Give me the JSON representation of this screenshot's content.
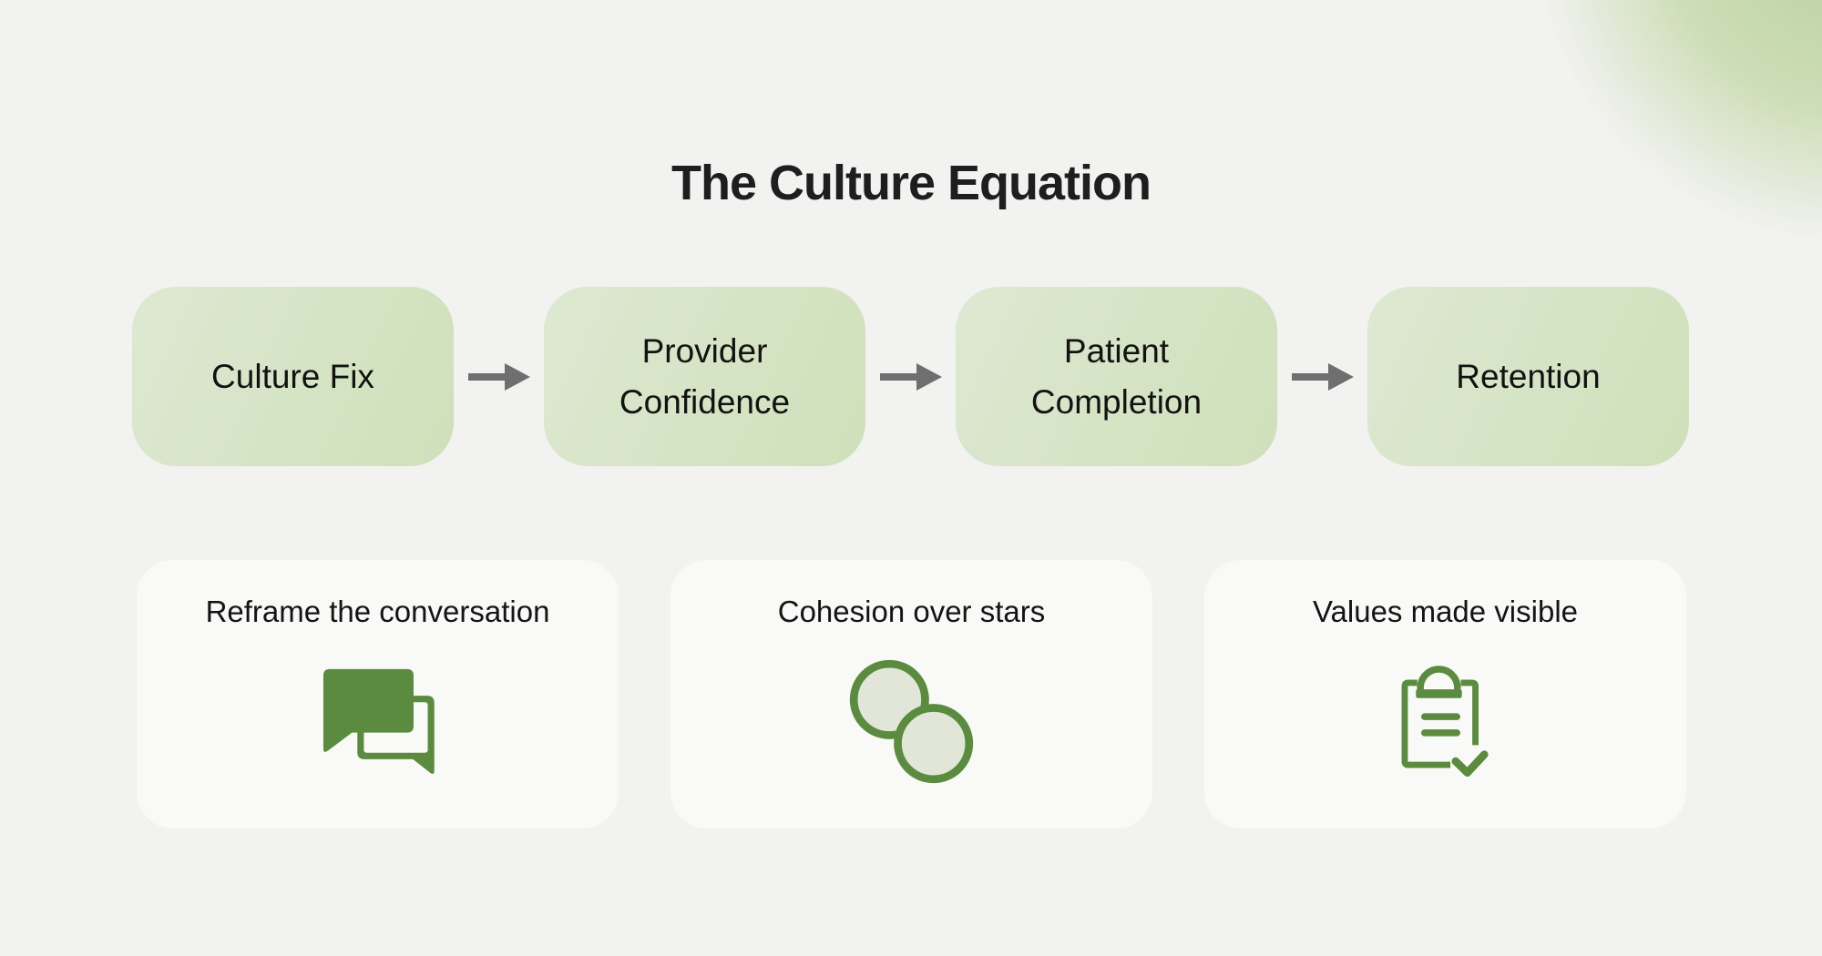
{
  "title": "The Culture Equation",
  "flow": {
    "steps": [
      {
        "label": "Culture Fix"
      },
      {
        "label": "Provider Confidence"
      },
      {
        "label": "Patient Completion"
      },
      {
        "label": "Retention"
      }
    ]
  },
  "cards": [
    {
      "label": "Reframe the conversation",
      "icon": "chat-bubbles-icon"
    },
    {
      "label": "Cohesion over stars",
      "icon": "overlapping-circles-icon"
    },
    {
      "label": "Values made visible",
      "icon": "clipboard-check-icon"
    }
  ],
  "colors": {
    "background": "#f2f2f1",
    "corner_glow_strong": "#b9d0a0",
    "corner_glow_soft": "#cdddb6",
    "box_gradient_start": "#dde8d2",
    "box_gradient_end": "#cfe0ba",
    "box_text": "#121212",
    "title_text": "#1e1e1e",
    "card_background": "#f9f9f8",
    "card_text": "#141414",
    "accent_green": "#5b8b3e",
    "circle_fill": "#e1e6d9",
    "arrow_gray": "#6f6f6f"
  }
}
